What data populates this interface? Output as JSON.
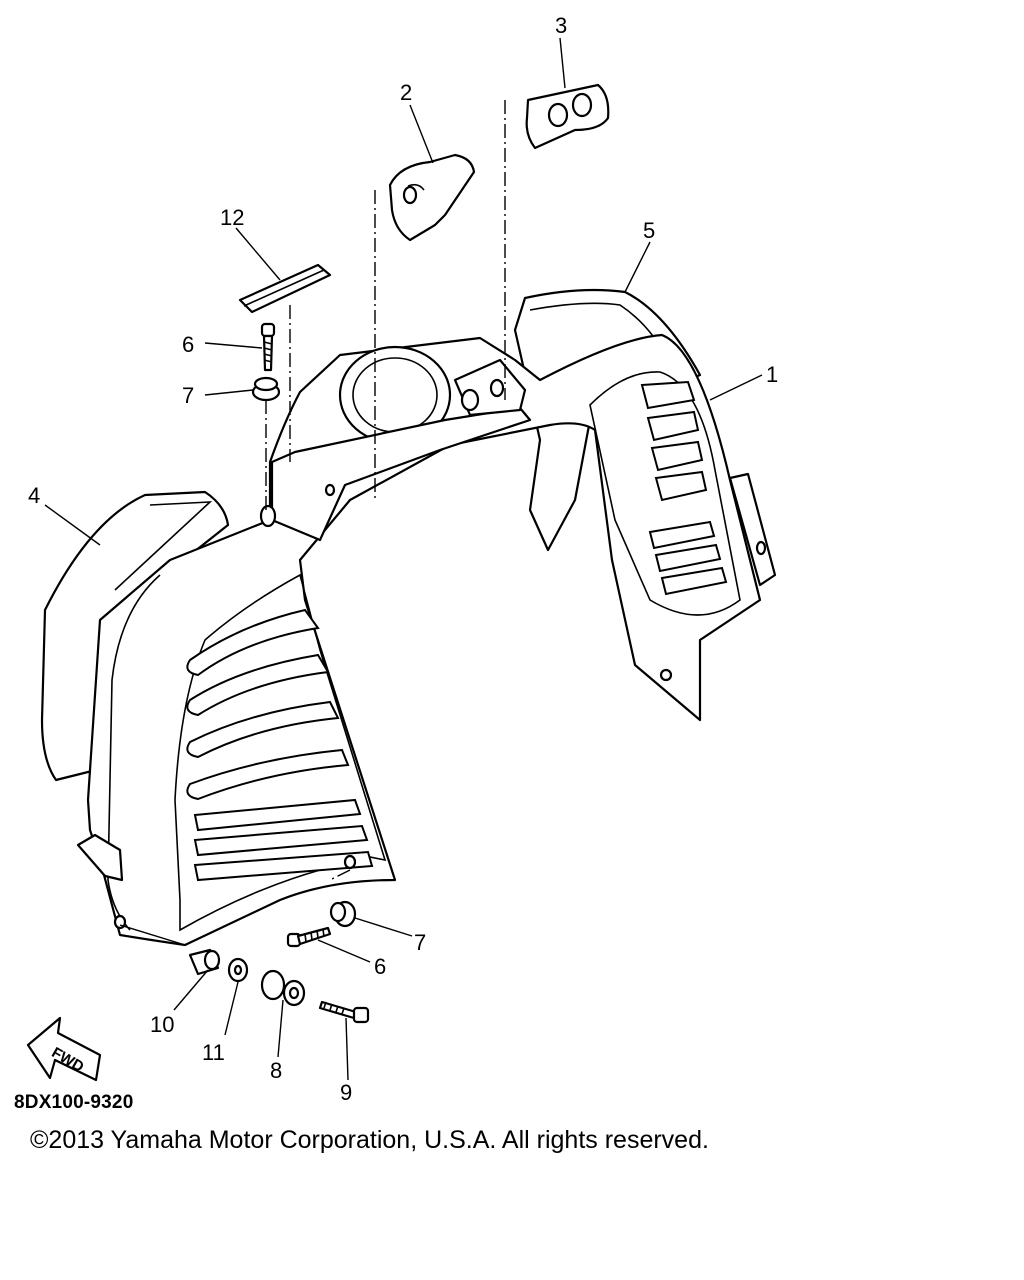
{
  "callouts": [
    "1",
    "2",
    "3",
    "4",
    "5",
    "6",
    "7",
    "8",
    "9",
    "10",
    "11",
    "12"
  ],
  "fwd_label": "FWD",
  "diagram_code": "8DX100-9320",
  "copyright": "©2013 Yamaha Motor Corporation, U.S.A. All rights reserved."
}
